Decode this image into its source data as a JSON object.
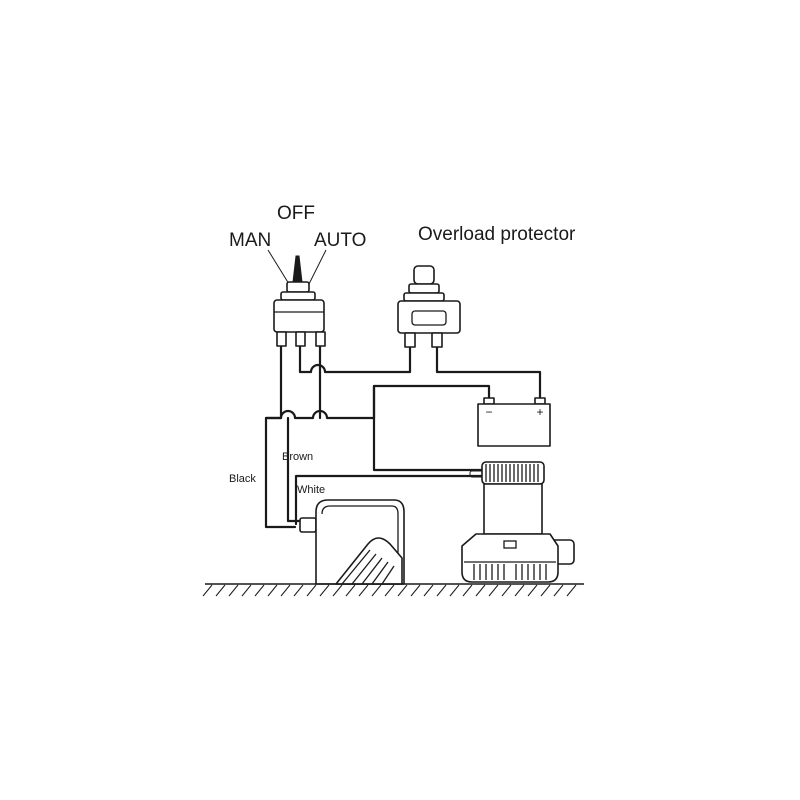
{
  "switch": {
    "off_label": "OFF",
    "man_label": "MAN",
    "auto_label": "AUTO"
  },
  "breaker": {
    "label": "Overload protector"
  },
  "battery": {
    "minus_label": "−",
    "plus_label": "+"
  },
  "wires": {
    "black_label": "Black",
    "brown_label": "Brown",
    "white_label": "White"
  }
}
